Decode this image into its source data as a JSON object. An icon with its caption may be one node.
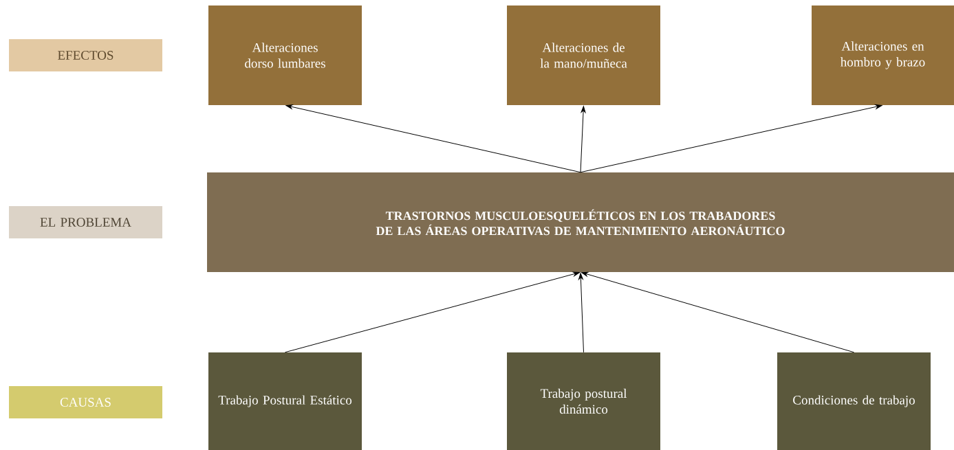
{
  "diagram": {
    "nodes": [
      {
        "text": [
          "EFECTOS"
        ]
      },
      {
        "text": [
          "Alteraciones dorso lumbares"
        ]
      },
      {
        "text": [
          "Alteraciones de la mano/muñeca"
        ]
      },
      {
        "text": [
          "Alteraciones en hombro y brazo"
        ]
      },
      {
        "text": [
          "EL PROBLEMA"
        ]
      },
      {
        "text": [
          "TRASTORNOS MUSCULOESQUELÉTICOS EN LOS TRABADORES DE LAS ÁREAS OPERATIVAS DE MANTENIMIENTO AERONÁUTICO"
        ]
      },
      {
        "text": [
          "CAUSAS"
        ]
      },
      {
        "text": [
          "Trabajo Postural Estático"
        ]
      },
      {
        "text": [
          "Trabajo postural dinámico"
        ]
      },
      {
        "text": [
          "Condiciones de trabajo"
        ]
      }
    ],
    "edges": [
      {
        "from": 5,
        "to": 1,
        "arrow": "to"
      },
      {
        "from": 5,
        "to": 2,
        "arrow": "to"
      },
      {
        "from": 5,
        "to": 3,
        "arrow": "to"
      },
      {
        "from": 7,
        "to": 5,
        "arrow": "to"
      },
      {
        "from": 8,
        "to": 5,
        "arrow": "to"
      },
      {
        "from": 9,
        "to": 5,
        "arrow": "to"
      }
    ]
  }
}
